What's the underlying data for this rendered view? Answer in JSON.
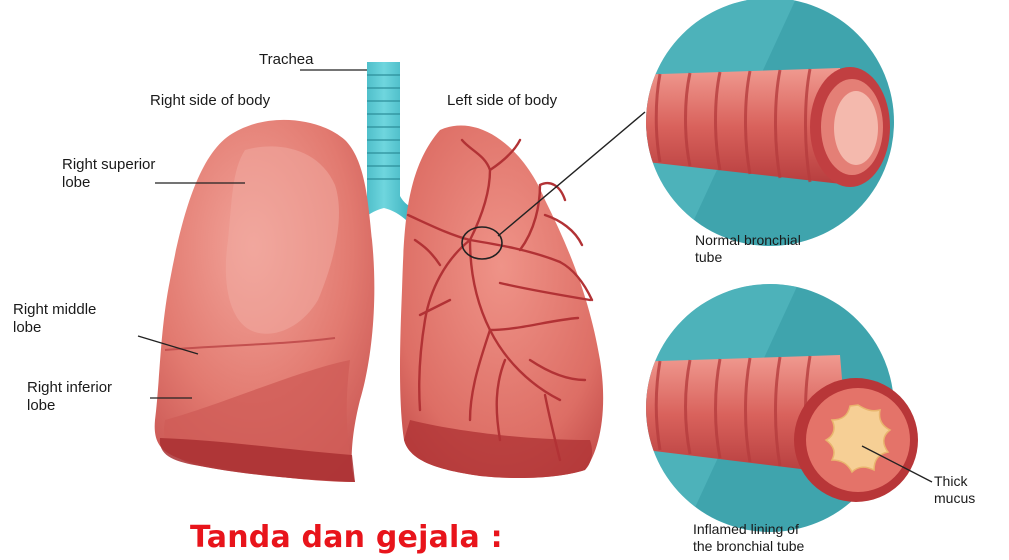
{
  "labels": {
    "trachea": "Trachea",
    "right_side": "Right side of body",
    "left_side": "Left side of body",
    "right_superior": "Right superior\nlobe",
    "right_middle": "Right middle\nlobe",
    "right_inferior": "Right inferior\nlobe",
    "normal_tube": "Normal bronchial\ntube",
    "inflamed_tube": "Inflamed lining of\nthe bronchial tube",
    "thick_mucus": "Thick\nmucus"
  },
  "heading": "Tanda dan gejala :",
  "colors": {
    "lung": "#e47b72",
    "lung_dark": "#c6484a",
    "vessel": "#b53033",
    "trachea": "#4ec3cf",
    "circle_bg": "#3fa4ad",
    "heading": "#e8141b"
  }
}
